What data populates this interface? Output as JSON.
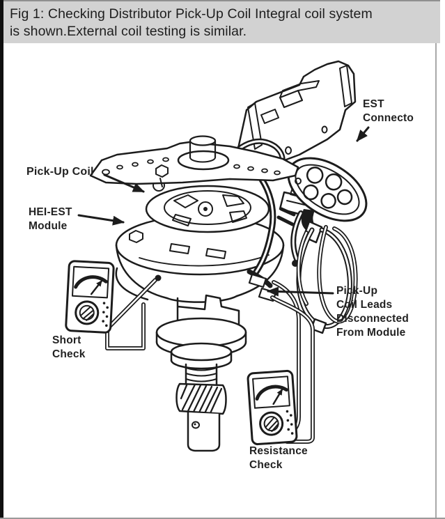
{
  "window": {
    "caption_line1": "Fig 1: Checking Distributor Pick-Up Coil Integral coil system",
    "caption_line2": "is shown.External coil testing is similar."
  },
  "diagram_labels": {
    "pickup_coil": "Pick-Up Coil",
    "hei_est_module": "HEI-EST\nModule",
    "est_connector": "EST\nConnecto",
    "pickup_coil_leads": "Pick-Up\nCoil Leads\nDisconnected\nFrom Module",
    "short_check": "Short\nCheck",
    "resistance_check": "Resistance\nCheck"
  },
  "colors": {
    "caption_background": "#d2d2d2",
    "ink": "#1c1c1c",
    "paper": "#ffffff",
    "left_border": "#101010"
  }
}
